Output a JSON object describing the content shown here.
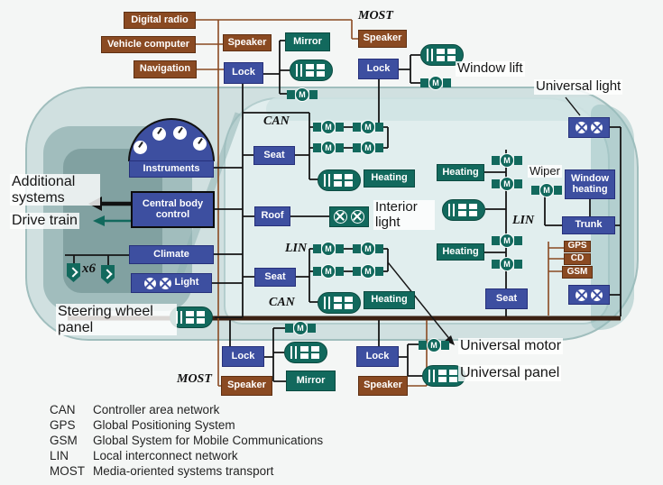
{
  "diagram": {
    "head_units": {
      "digital_radio": "Digital radio",
      "vehicle_computer": "Vehicle computer",
      "navigation": "Navigation"
    },
    "nodes": {
      "speaker": "Speaker",
      "lock": "Lock",
      "mirror": "Mirror",
      "seat": "Seat",
      "roof": "Roof",
      "heating": "Heating",
      "climate": "Climate",
      "light": "Light",
      "instruments": "Instruments",
      "central_body_control": "Central body control",
      "window_heating": "Window heating",
      "trunk": "Trunk",
      "gps": "GPS",
      "cd": "CD",
      "gsm": "GSM"
    },
    "bus_labels": {
      "most_top": "MOST",
      "can_top": "CAN",
      "lin_middle": "LIN",
      "can_middle": "CAN",
      "lin_right": "LIN",
      "most_bottom": "MOST"
    },
    "annotations": {
      "window_lift": "Window lift",
      "universal_light": "Universal light",
      "interior_light": "Interior light",
      "wiper": "Wiper",
      "universal_motor": "Universal motor",
      "universal_panel": "Universal panel",
      "steering_wheel_panel": "Steering wheel panel",
      "additional_systems": "Additional systems",
      "drive_train": "Drive train",
      "x6": "x6"
    },
    "icons": {
      "motor_label": "M"
    },
    "colors": {
      "bus_brown": "#8a4a22",
      "node_blue": "#3d4fa0",
      "node_teal": "#12695d",
      "line_black": "#161616",
      "bus_backbone": "#3b2113"
    }
  },
  "legend": [
    {
      "abbr": "CAN",
      "desc": "Controller area network"
    },
    {
      "abbr": "GPS",
      "desc": "Global Positioning System"
    },
    {
      "abbr": "GSM",
      "desc": "Global System for Mobile Communications"
    },
    {
      "abbr": "LIN",
      "desc": "Local interconnect network"
    },
    {
      "abbr": "MOST",
      "desc": "Media-oriented systems transport"
    }
  ]
}
